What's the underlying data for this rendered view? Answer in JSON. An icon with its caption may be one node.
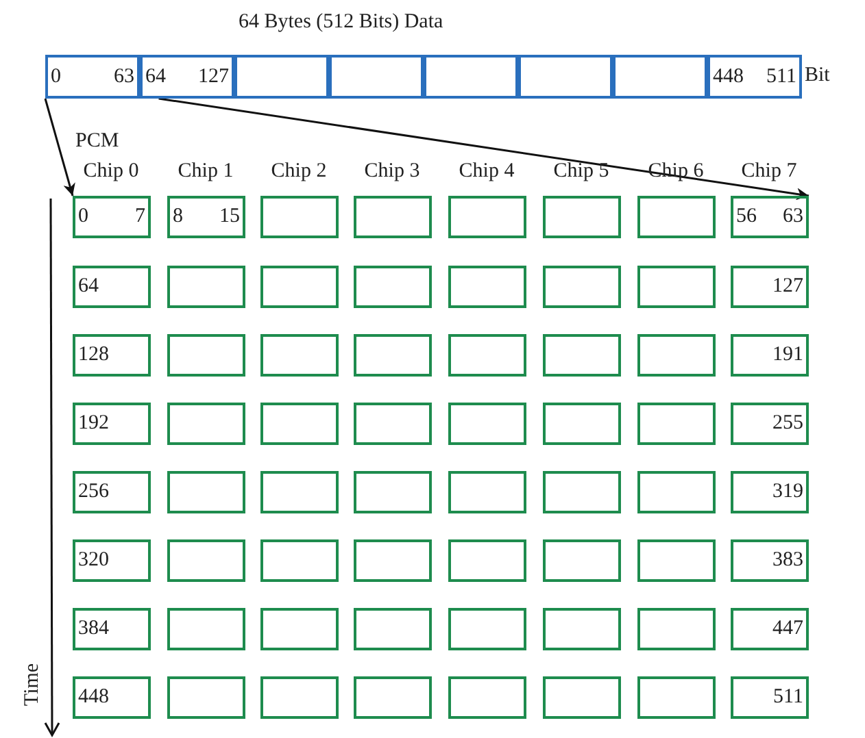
{
  "diagram": {
    "title": "64 Bytes (512 Bits) Data",
    "nodes": [
      {
        "text": [
          "0",
          "63"
        ]
      },
      {
        "text": [
          "64",
          "127"
        ]
      },
      {
        "text": [],
        "shape": "box"
      },
      {
        "text": [],
        "shape": "box"
      },
      {
        "text": [],
        "shape": "box"
      },
      {
        "text": [],
        "shape": "box"
      },
      {
        "text": [],
        "shape": "box"
      },
      {
        "text": [
          "448",
          "511"
        ]
      },
      {
        "text": [
          "0",
          "7"
        ]
      },
      {
        "text": [
          "8",
          "15"
        ]
      },
      {
        "text": [],
        "shape": "box"
      },
      {
        "text": [],
        "shape": "box"
      },
      {
        "text": [],
        "shape": "box"
      },
      {
        "text": [],
        "shape": "box"
      },
      {
        "text": [],
        "shape": "box"
      },
      {
        "text": [
          "56",
          "63"
        ]
      },
      {
        "text": [
          "64"
        ]
      },
      {
        "text": [],
        "shape": "box"
      },
      {
        "text": [],
        "shape": "box"
      },
      {
        "text": [],
        "shape": "box"
      },
      {
        "text": [],
        "shape": "box"
      },
      {
        "text": [],
        "shape": "box"
      },
      {
        "text": [],
        "shape": "box"
      },
      {
        "text": [
          "127"
        ]
      },
      {
        "text": [
          "128"
        ]
      },
      {
        "text": [],
        "shape": "box"
      },
      {
        "text": [],
        "shape": "box"
      },
      {
        "text": [],
        "shape": "box"
      },
      {
        "text": [],
        "shape": "box"
      },
      {
        "text": [],
        "shape": "box"
      },
      {
        "text": [],
        "shape": "box"
      },
      {
        "text": [
          "191"
        ]
      },
      {
        "text": [
          "192"
        ]
      },
      {
        "text": [],
        "shape": "box"
      },
      {
        "text": [],
        "shape": "box"
      },
      {
        "text": [],
        "shape": "box"
      },
      {
        "text": [],
        "shape": "box"
      },
      {
        "text": [],
        "shape": "box"
      },
      {
        "text": [],
        "shape": "box"
      },
      {
        "text": [
          "255"
        ]
      },
      {
        "text": [
          "256"
        ]
      },
      {
        "text": [],
        "shape": "box"
      },
      {
        "text": [],
        "shape": "box"
      },
      {
        "text": [],
        "shape": "box"
      },
      {
        "text": [],
        "shape": "box"
      },
      {
        "text": [],
        "shape": "box"
      },
      {
        "text": [],
        "shape": "box"
      },
      {
        "text": [
          "319"
        ]
      },
      {
        "text": [
          "320"
        ]
      },
      {
        "text": [],
        "shape": "box"
      },
      {
        "text": [],
        "shape": "box"
      },
      {
        "text": [],
        "shape": "box"
      },
      {
        "text": [],
        "shape": "box"
      },
      {
        "text": [],
        "shape": "box"
      },
      {
        "text": [],
        "shape": "box"
      },
      {
        "text": [
          "383"
        ]
      },
      {
        "text": [
          "384"
        ]
      },
      {
        "text": [],
        "shape": "box"
      },
      {
        "text": [],
        "shape": "box"
      },
      {
        "text": [],
        "shape": "box"
      },
      {
        "text": [],
        "shape": "box"
      },
      {
        "text": [],
        "shape": "box"
      },
      {
        "text": [],
        "shape": "box"
      },
      {
        "text": [
          "447"
        ]
      },
      {
        "text": [
          "448"
        ]
      },
      {
        "text": [],
        "shape": "box"
      },
      {
        "text": [],
        "shape": "box"
      },
      {
        "text": [],
        "shape": "box"
      },
      {
        "text": [],
        "shape": "box"
      },
      {
        "text": [],
        "shape": "box"
      },
      {
        "text": [],
        "shape": "box"
      },
      {
        "text": [
          "511"
        ]
      }
    ],
    "edges": [
      {
        "from": 0,
        "to": 8,
        "arrow": "to"
      },
      {
        "from": 1,
        "to": 15,
        "arrow": "to"
      }
    ],
    "labels": [
      "Bit",
      "PCM",
      "Chip 0",
      "Chip 1",
      "Chip 2",
      "Chip 3",
      "Chip 4",
      "Chip 5",
      "Chip 6",
      "Chip 7",
      "Time"
    ]
  }
}
